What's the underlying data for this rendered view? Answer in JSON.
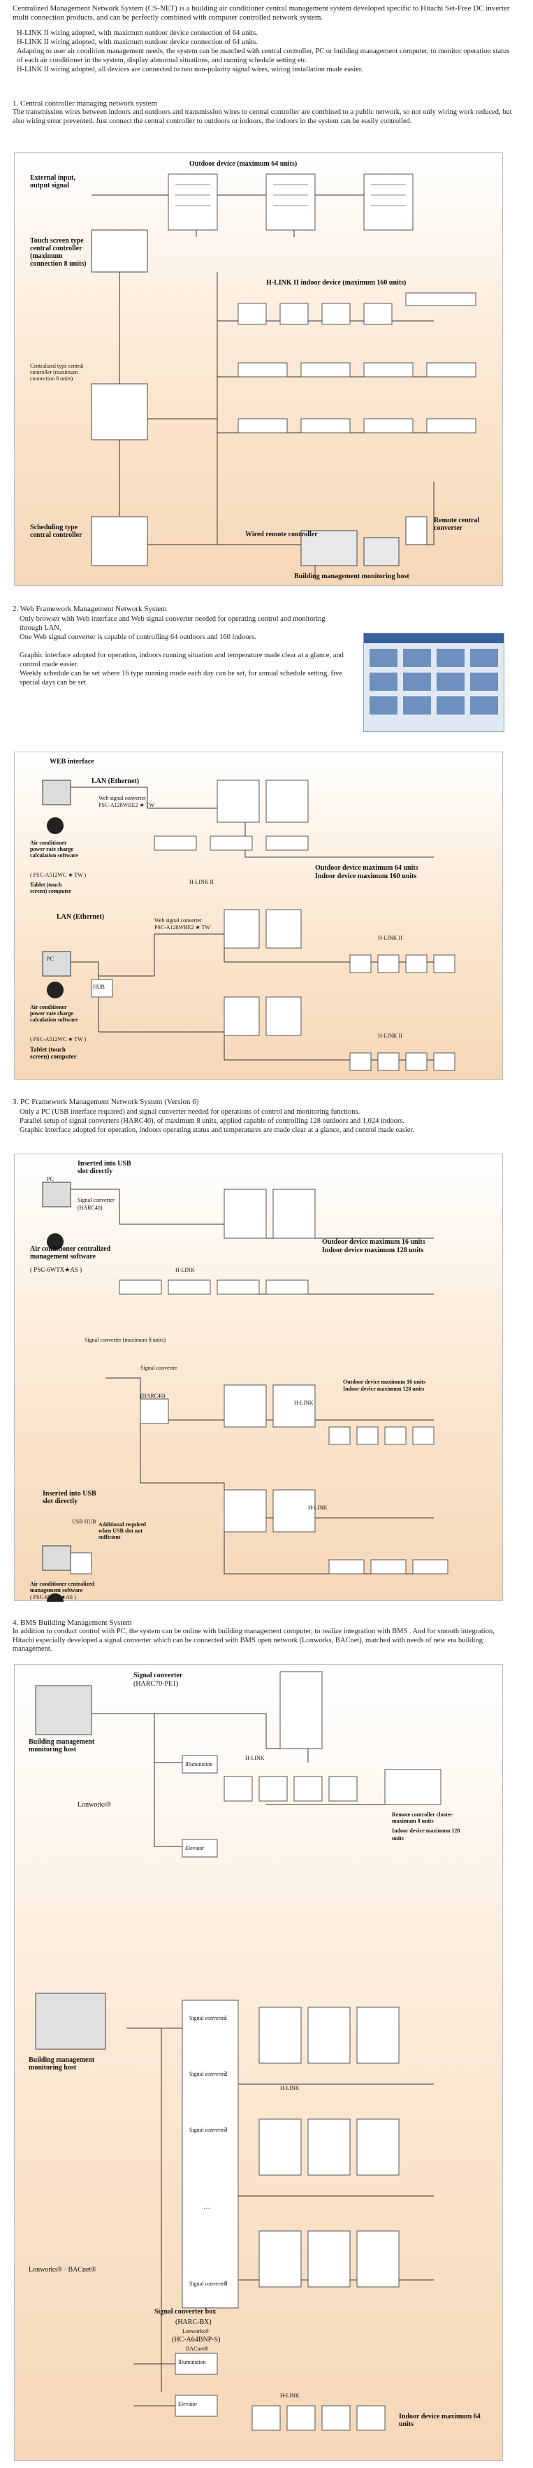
{
  "intro": "Centralized Management Network System (CS-NET) is a building air conditioner central management system developed specific to Hitachi Set-Free DC inverter multi connection products, and can be perfectly combined with computer controlled network system.",
  "intro_bullets": [
    "H-LINK II wiring adopted, with maximum outdoor device connection of 64 units.",
    "H-LINK II wiring adopted, with maximum outdoor device connection of 64 units.",
    "Adapting to user air condition management needs, the system can be matched with central controller, PC or building management computer, to monitor operation status of each air conditioner in the system, display abnormal situations, and running schedule setting etc.",
    "H-LINK II wiring adopted, all devices are connected to two non-polarity signal wires, wiring installation made easier."
  ],
  "s1": {
    "title": "1. Central controller managing network system",
    "desc": "The transmission wires between indoors and outdoors and transmission wires to central controller are combined to a public network, so not only wiring work reduced, but also wiring error prevented. Just connect the central controller to outdoors or indoors, the indoors in the system can be easily controlled.",
    "labels": {
      "external": "External input, output signal",
      "touch": "Touch screen type central controller (maximum connection 8 units)",
      "outdoor": "Outdoor device (maximum 64 units)",
      "hlink": "H-LINK II indoor device  (maximum 160 units)",
      "centralized": "Centralized type central controller (maximum connection 8 units)",
      "scheduling": "Scheduling type central controller",
      "wired": "Wired remote controller",
      "remote": "Remote central converter",
      "bms": "Building management monitoring host"
    }
  },
  "s2": {
    "title": "2. Web Framework Management Network System",
    "bullets": [
      "Only browser with Web interface and Web signal converter needed for operating control and monitoring through LAN.",
      "One Web signal converter is capable of controlling 64 outdoors and 160 indoors.",
      "Graphic interface adopted for operation, indoors running situation and temperature made clear at a glance, and control made easier.",
      "Weekly schedule can be set where 16 type running mode each day can be set, for annual schedule setting, five special days can be set."
    ],
    "labels": {
      "web": "WEB interface",
      "lan1": "LAN (Ethernet)",
      "websignal": "Web signal converter",
      "psc": "PSC-A128WBE2 ★ TW",
      "acsoft": "Air conditioner power rate charge calculation software",
      "psc2": "( PSC-A512WC ★ TW )",
      "tablet1": "Tablet (touch screen) computer",
      "outdoor": "Outdoor device maximum 64 units",
      "indoor": "Indoor device maximum 160 units",
      "hlink1": "H-LINK II",
      "lan2": "LAN (Ethernet)",
      "websig2": "Web signal converter",
      "psc3": "PSC-A128WBE2 ★ TW",
      "hlink2": "H-LINK II",
      "hlink3": "H-LINK II",
      "hub": "HUB",
      "acsoft2": "Air conditioner power rate charge calculation software",
      "psc4": "( PSC-A512WC ★ TW )",
      "tablet2": "Tablet (touch screen) computer",
      "pc": "PC"
    }
  },
  "s3": {
    "title": "3. PC Framework Management Network System (Version 6)",
    "bullets": [
      "Only a PC (USB interface required) and signal converter needed for operations of control and monitoring functions.",
      "Parallel setup of signal converters (HARC40), of maximum 8 units, applied capable of controlling 128 outdoors and 1,024 indoors.",
      "Graphic interface adopted for operation, indoors operating status and temperatures are made clear at a glance, and control made easier."
    ],
    "labels": {
      "usb1": "Inserted into USB slot directly",
      "sigconv": "Signal converter (HARC40)",
      "acsoft": "Air conditioner centralized management software",
      "psc": "( PSC-6WTX★AS )",
      "outdoor": "Outdoor device maximum 16 units",
      "indoor": "Indoor device maximum 128 units",
      "hlink1": "H-LINK",
      "sigmax": "Signal converter (maximum 8 units)",
      "sc": "Signal converter",
      "harc": "(HARC40)",
      "outdoor2": "Outdoor device maximum 16 units",
      "indoor2": "Indoor device maximum 128 units",
      "hlink2": "H-LINK",
      "usb2": "Inserted into USB slot directly",
      "usbhub": "USB HUB",
      "additional": "Additional required when USB slot not sufficient",
      "acsoft2": "Air conditioner centralized management software",
      "psc2": "( PSC-6WTX★AS )",
      "hlink3": "H-LINK",
      "pc": "PC"
    }
  },
  "s4": {
    "title": "4. BMS Building Management System",
    "desc": "In addition to conduct control with PC, the system can be online with building management computer, to realize integration with BMS . And for smooth integration, Hitachi especially developed a signal converter which can be connected with BMS open network (Lonworks, BACnet), matched with needs of new era building management.",
    "labels": {
      "sc": "Signal converter",
      "harc70": "(HARC70-PE1)",
      "bms1": "Building management monitoring host",
      "illum": "Illumination",
      "elevator": "Elevator",
      "lonworks": "Lonworks®",
      "hlink1": "H-LINK",
      "remote": "Remote controller cluster maximum 8 units",
      "indoor1": "Indoor device maximum 128 units",
      "bms2": "Building management monitoring host",
      "sc1": "Signal converter",
      "sc2": "Signal converter",
      "sc3": "Signal converter",
      "sc8": "Signal converter",
      "n1": "1",
      "n2": "2",
      "n3": "3",
      "n8": "8",
      "hlink2": "H-LINK",
      "lonbac": "Lonworks® · BACnet®",
      "scbox": "Signal converter box",
      "harcbx": "(HARC-BX)",
      "lonw": "Lonworks®",
      "hca": "(HC-A64BNP-S)",
      "bacnet": "BACnet®",
      "illum2": "Illumination",
      "elev2": "Elevator",
      "hlink3": "H-LINK",
      "indoor2": "Indoor device maximum 64 units",
      "dots": "…"
    }
  }
}
